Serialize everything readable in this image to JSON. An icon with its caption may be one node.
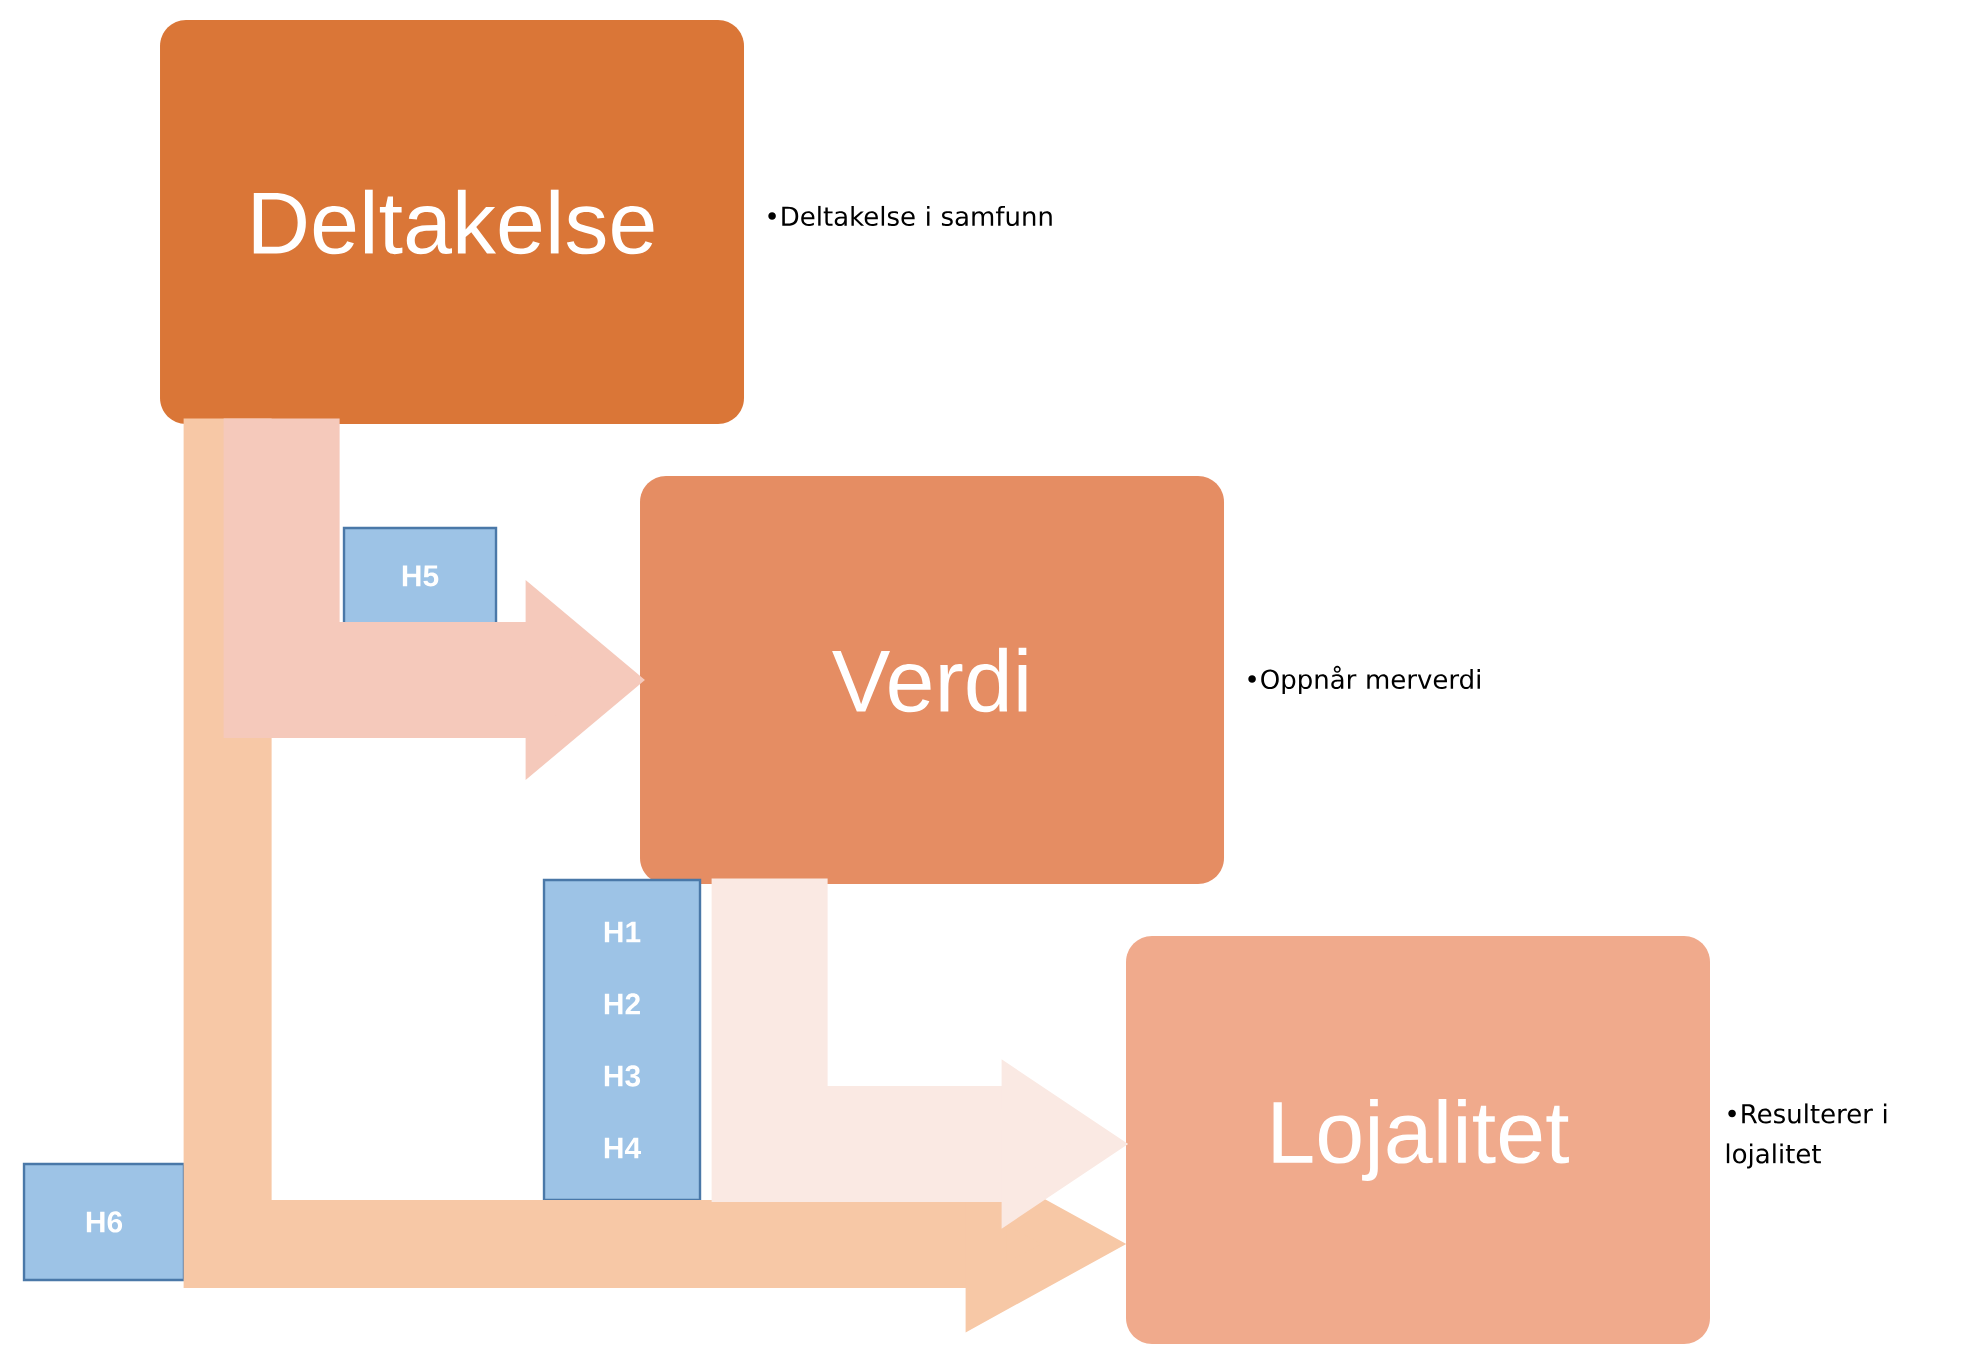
{
  "diagram": {
    "nodes": [
      {
        "text": [
          "Deltakelse"
        ],
        "beside": [
          "•Deltakelse i samfunn"
        ]
      },
      {
        "text": [
          "Verdi"
        ],
        "beside": [
          "•Oppnår merverdi"
        ]
      },
      {
        "text": [
          "Lojalitet"
        ],
        "beside": [
          "•Resulterer i lojalitet"
        ]
      },
      {
        "text": [
          "H5"
        ]
      },
      {
        "text": [
          "H1",
          "H2",
          "H3",
          "H4"
        ]
      },
      {
        "text": [
          "H6"
        ]
      }
    ],
    "edges": [
      {
        "from": 0,
        "to": 2,
        "arrow": "to",
        "color": "#f7c8a6"
      },
      {
        "from": 0,
        "to": 1,
        "arrow": "to",
        "color": "#f5c9bb"
      },
      {
        "from": 1,
        "to": 2,
        "arrow": "to",
        "color": "#fae9e3"
      }
    ]
  }
}
